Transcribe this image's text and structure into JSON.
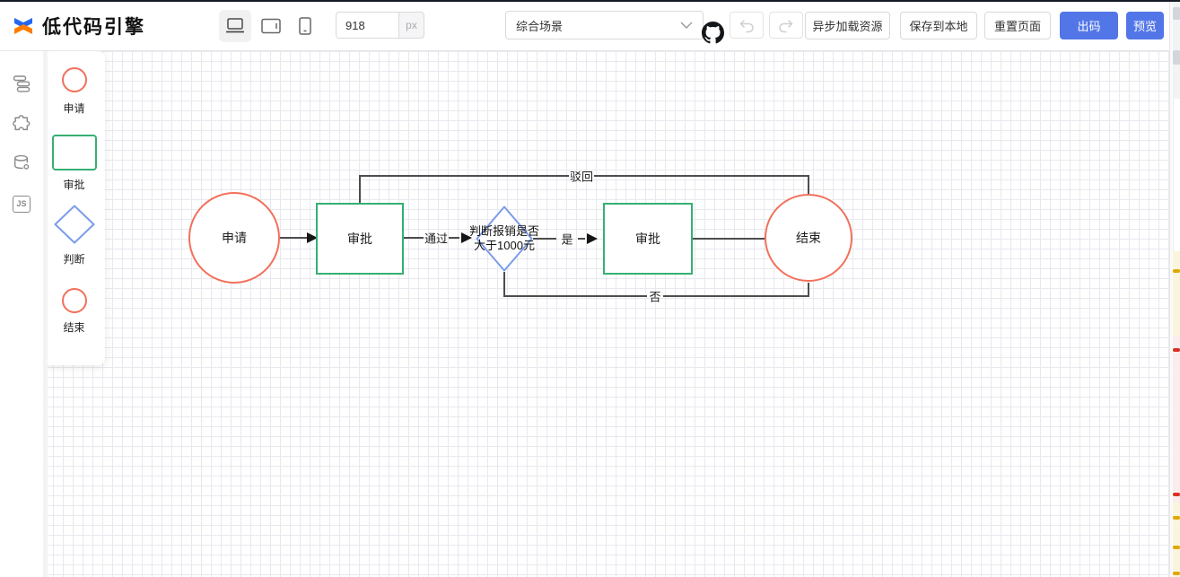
{
  "topbar": {
    "title": "低代码引擎",
    "logo_icon": "lowcode-engine-logo",
    "device_tabs": [
      {
        "icon": "laptop-icon",
        "selected": true
      },
      {
        "icon": "tablet-icon",
        "selected": false
      },
      {
        "icon": "mobile-icon",
        "selected": false
      }
    ],
    "width_input": {
      "value": "918",
      "unit": "px"
    },
    "scenario_select": {
      "value": "综合场景",
      "icon": "chevron-down-icon"
    },
    "icons": [
      "github-icon",
      "undo-icon",
      "redo-icon"
    ],
    "buttons": [
      {
        "label": "异步加载资源",
        "variant": "default"
      },
      {
        "label": "保存到本地",
        "variant": "default"
      },
      {
        "label": "重置页面",
        "variant": "default"
      },
      {
        "label": "出码",
        "variant": "primary"
      },
      {
        "label": "预览",
        "variant": "primary"
      }
    ],
    "accent_color": "#5276e8"
  },
  "sidebar": {
    "icons": [
      {
        "name": "outline-tree-icon"
      },
      {
        "name": "plugin-icon"
      },
      {
        "name": "datasource-icon"
      },
      {
        "name": "js-panel-icon",
        "glyph": "JS"
      }
    ]
  },
  "palette": {
    "items": [
      {
        "shape": "circle",
        "label": "申请",
        "color": "#f2705b"
      },
      {
        "shape": "rect",
        "label": "审批",
        "color": "#35b073"
      },
      {
        "shape": "diamond",
        "label": "判断",
        "color": "#7b9ce8"
      },
      {
        "shape": "circle",
        "label": "结束",
        "color": "#f2705b"
      }
    ]
  },
  "flowchart": {
    "edge_color": "#4d4d4d",
    "nodes": [
      {
        "id": "start",
        "type": "circle",
        "label": "申请",
        "color": "#f2705b"
      },
      {
        "id": "approve1",
        "type": "rect",
        "label": "审批",
        "color": "#35b073"
      },
      {
        "id": "decision",
        "type": "diamond",
        "label_line1": "判断报销是否",
        "label_line2": "大于1000元",
        "color": "#7b9ce8"
      },
      {
        "id": "approve2",
        "type": "rect",
        "label": "审批",
        "color": "#35b073"
      },
      {
        "id": "end",
        "type": "circle",
        "label": "结束",
        "color": "#f2705b"
      }
    ],
    "edges": [
      {
        "from": "start",
        "to": "approve1",
        "label": ""
      },
      {
        "from": "approve1",
        "to": "decision",
        "label": "通过"
      },
      {
        "from": "decision",
        "to": "approve2",
        "label": "是"
      },
      {
        "from": "approve2",
        "to": "end",
        "label": ""
      },
      {
        "from": "approve1",
        "to": "end",
        "label": "驳回",
        "route": "top"
      },
      {
        "from": "decision",
        "to": "end",
        "label": "否",
        "route": "bottom"
      }
    ]
  },
  "right_edge_panel": {
    "segment_colors": [
      "#f1f3f4",
      "#ffffff",
      "#fcf5dd",
      "#fbecee",
      "#fcf5dd"
    ],
    "marker_colors": {
      "warning": "#e0a800",
      "error": "#d93025"
    }
  }
}
